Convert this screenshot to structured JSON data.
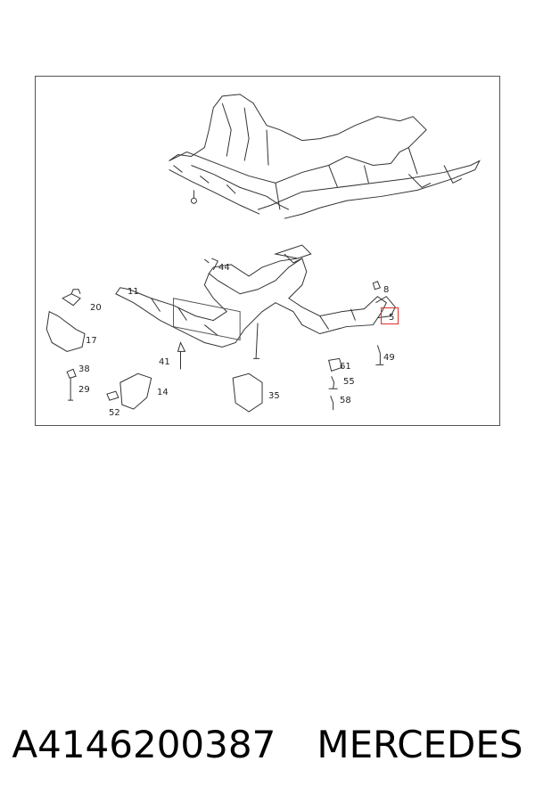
{
  "callouts": {
    "c5": "5",
    "c8": "8",
    "c11": "11",
    "c14": "14",
    "c17": "17",
    "c20": "20",
    "c29": "29",
    "c35": "35",
    "c38": "38",
    "c41": "41",
    "c44": "44",
    "c49": "49",
    "c52": "52",
    "c55": "55",
    "c58": "58",
    "c61": "61"
  },
  "highlight_color": "#e0302a",
  "footer": {
    "part_number": "A4146200387",
    "brand": "MERCEDES"
  }
}
